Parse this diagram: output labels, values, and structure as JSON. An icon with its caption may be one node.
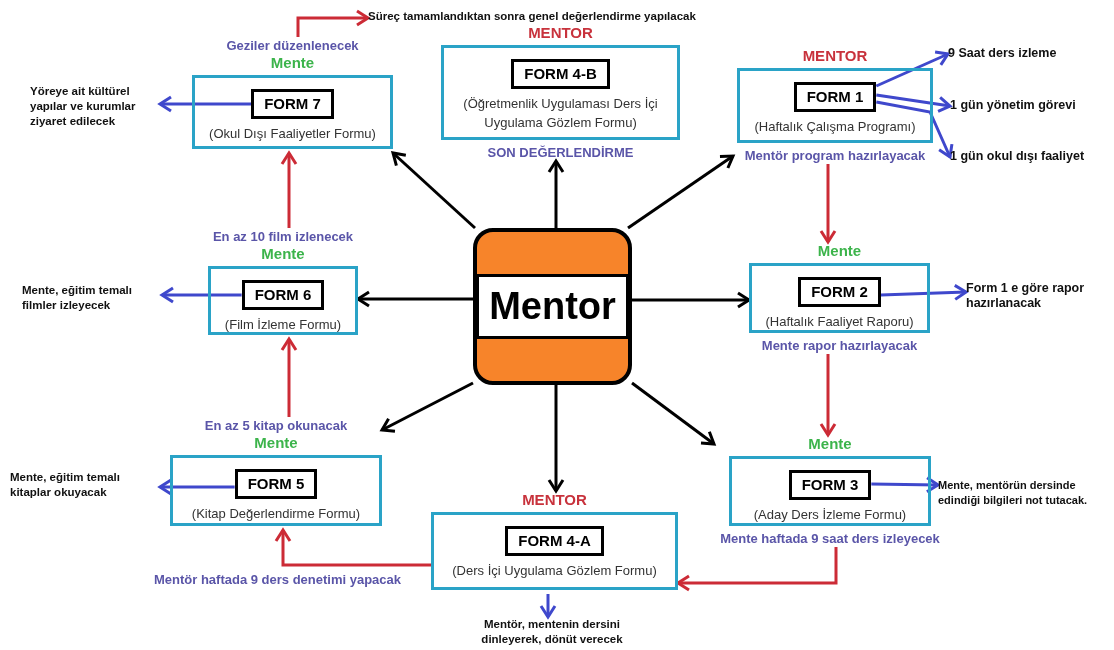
{
  "diagram": {
    "nodes": [
      {
        "text": [
          "Süreç tamamlandıktan sonra genel değerlendirme yapılacak"
        ]
      },
      {
        "text": [
          "Mente",
          "(Okul Dışı Faaliyetler Formu)"
        ],
        "beside": [
          "Geziler düzenlenecek"
        ]
      },
      {
        "text": [
          "FORM 7"
        ],
        "in": 1
      },
      {
        "text": [
          "MENTOR",
          "(Öğretmenlik Uygulaması Ders İçi Uygulama Gözlem Formu)"
        ],
        "beside": [
          "SON DEĞERLENDİRME"
        ]
      },
      {
        "text": [
          "FORM 4-B"
        ],
        "in": 3
      },
      {
        "text": [
          "MENTOR",
          "(Haftalık Çalışma Programı)"
        ],
        "beside": [
          "Mentör program hazırlayacak"
        ]
      },
      {
        "text": [
          "FORM 1"
        ],
        "in": 5
      },
      {
        "text": [
          "9 Saat ders izleme"
        ]
      },
      {
        "text": [
          "Yöreye ait kültürel yapılar ve kurumlar ziyaret edilecek"
        ]
      },
      {
        "text": [
          "1 gün yönetim görevi"
        ]
      },
      {
        "text": [
          "1 gün okul dışı faaliyet"
        ]
      },
      {
        "text": [
          "Mente",
          "(Film İzleme Formu)"
        ],
        "beside": [
          "En az 10 film izlenecek"
        ]
      },
      {
        "text": [
          "FORM 6"
        ],
        "in": 11
      },
      {
        "text": [
          "Mentor"
        ]
      },
      {
        "text": [
          "Mente",
          "(Haftalık Faaliyet Raporu)"
        ],
        "beside": [
          "Mente rapor hazırlayacak"
        ]
      },
      {
        "text": [
          "FORM 2"
        ],
        "in": 14
      },
      {
        "text": [
          "Mente, eğitim temalı filmler izleyecek"
        ]
      },
      {
        "text": [
          "Form 1 e göre rapor hazırlanacak"
        ]
      },
      {
        "text": [
          "Mente",
          "(Kitap Değerlendirme Formu)"
        ],
        "beside": [
          "En az 5 kitap okunacak"
        ]
      },
      {
        "text": [
          "FORM 5"
        ],
        "in": 18
      },
      {
        "text": [
          "Mente",
          "(Aday Ders İzleme Formu)"
        ],
        "beside": [
          "Mente haftada 9 saat ders izleyecek"
        ]
      },
      {
        "text": [
          "FORM 3"
        ],
        "in": 20
      },
      {
        "text": [
          "Mente, eğitim temalı kitaplar okuyacak"
        ]
      },
      {
        "text": [
          "Mente, mentörün dersinde edindiği bilgileri not tutacak."
        ]
      },
      {
        "text": [
          "MENTOR",
          "(Ders İçi Uygulama Gözlem Formu)"
        ]
      },
      {
        "text": [
          "FORM 4-A"
        ],
        "in": 24
      },
      {
        "text": [
          "Mentör, mentenin dersini dinleyerek, dönüt verecek"
        ]
      }
    ],
    "edges": [
      {
        "from": 13,
        "to": 3,
        "arrow": "to",
        "color": "#000000"
      },
      {
        "from": 13,
        "to": 5,
        "arrow": "to",
        "color": "#000000"
      },
      {
        "from": 13,
        "to": 14,
        "arrow": "to",
        "color": "#000000"
      },
      {
        "from": 13,
        "to": 20,
        "arrow": "to",
        "color": "#000000"
      },
      {
        "from": 13,
        "to": 24,
        "arrow": "to",
        "color": "#000000"
      },
      {
        "from": 13,
        "to": 18,
        "arrow": "to",
        "color": "#000000"
      },
      {
        "from": 13,
        "to": 11,
        "arrow": "to",
        "color": "#000000"
      },
      {
        "from": 13,
        "to": 1,
        "arrow": "to",
        "color": "#000000"
      },
      {
        "from": 5,
        "to": 14,
        "arrow": "to",
        "color": "#cc2b36"
      },
      {
        "from": 14,
        "to": 20,
        "arrow": "to",
        "color": "#cc2b36"
      },
      {
        "from": 20,
        "to": 24,
        "arrow": "to",
        "color": "#cc2b36"
      },
      {
        "from": 24,
        "to": 18,
        "arrow": "to",
        "color": "#cc2b36",
        "label": "Mentör haftada 9 ders denetimi yapacak"
      },
      {
        "from": 18,
        "to": 11,
        "arrow": "to",
        "color": "#cc2b36"
      },
      {
        "from": 11,
        "to": 1,
        "arrow": "to",
        "color": "#cc2b36"
      },
      {
        "from": 1,
        "to": 0,
        "arrow": "to",
        "color": "#cc2b36"
      },
      {
        "from": 6,
        "to": 7,
        "arrow": "to"
      },
      {
        "from": 6,
        "to": 9,
        "arrow": "to"
      },
      {
        "from": 6,
        "to": 10,
        "arrow": "to"
      },
      {
        "from": 15,
        "to": 17,
        "arrow": "to"
      },
      {
        "from": 21,
        "to": 23,
        "arrow": "to"
      },
      {
        "from": 24,
        "to": 26,
        "arrow": "to"
      },
      {
        "from": 19,
        "to": 22,
        "arrow": "to"
      },
      {
        "from": 12,
        "to": 16,
        "arrow": "to"
      },
      {
        "from": 2,
        "to": 8,
        "arrow": "to"
      }
    ]
  }
}
